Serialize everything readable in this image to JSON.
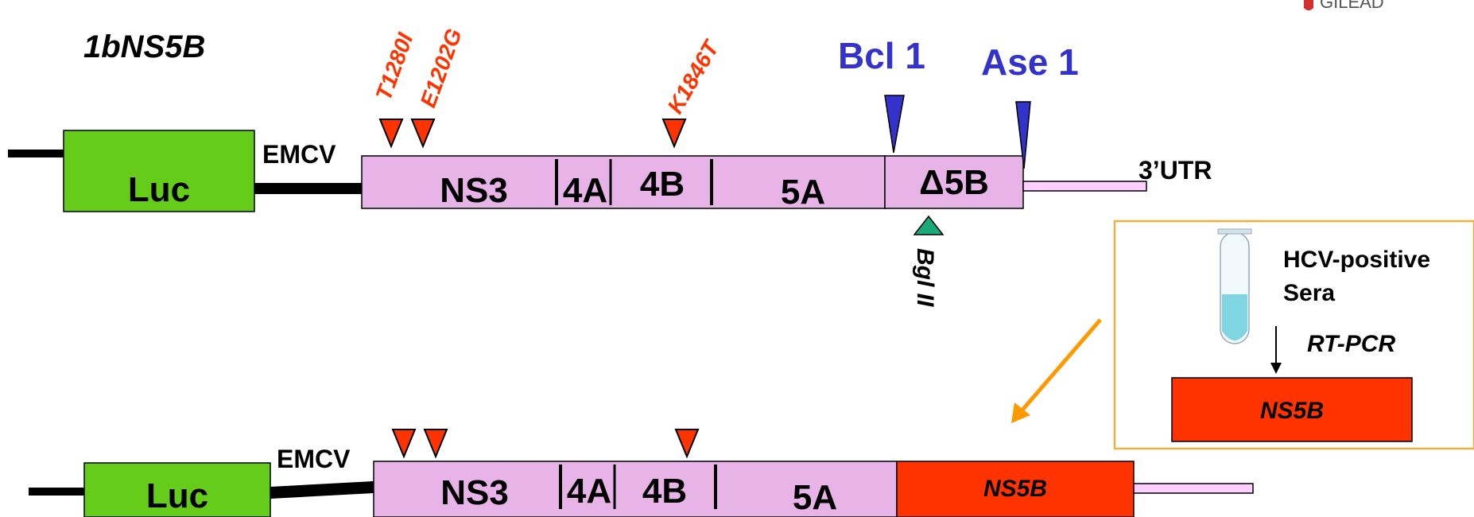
{
  "construct_name": "1bNS5B",
  "mutations": {
    "m1": "T1280I",
    "m2": "E1202G",
    "m3": "K1846T"
  },
  "restriction_sites": {
    "bcl": "Bcl 1",
    "ase": "Ase 1",
    "bgl": "Bgl II"
  },
  "logo_text": "GILEAD",
  "top_construct": {
    "luc": "Luc",
    "emcv": "EMCV",
    "ns3": "NS3",
    "ns4a": "4A",
    "ns4b": "4B",
    "ns5a": "5A",
    "delta5b": "Δ5B",
    "utr": "3’UTR"
  },
  "bottom_construct": {
    "luc": "Luc",
    "emcv": "EMCV",
    "ns3": "NS3",
    "ns4a": "4A",
    "ns4b": "4B",
    "ns5a": "5A",
    "ns5b": "NS5B"
  },
  "inset": {
    "sera_line1": "HCV-positive",
    "sera_line2": "Sera",
    "rtpcr": "RT-PCR",
    "product": "NS5B"
  },
  "colors": {
    "luc_fill": "#66cc1a",
    "ns_fill": "#e8b4e8",
    "ns5b_fill": "#ff3300",
    "mutation_text": "#ff3300",
    "site_text": "#3333cc",
    "bgl_marker": "#1aaa7a",
    "arrow": "#ff9900",
    "inset_border": "#f0b040"
  }
}
